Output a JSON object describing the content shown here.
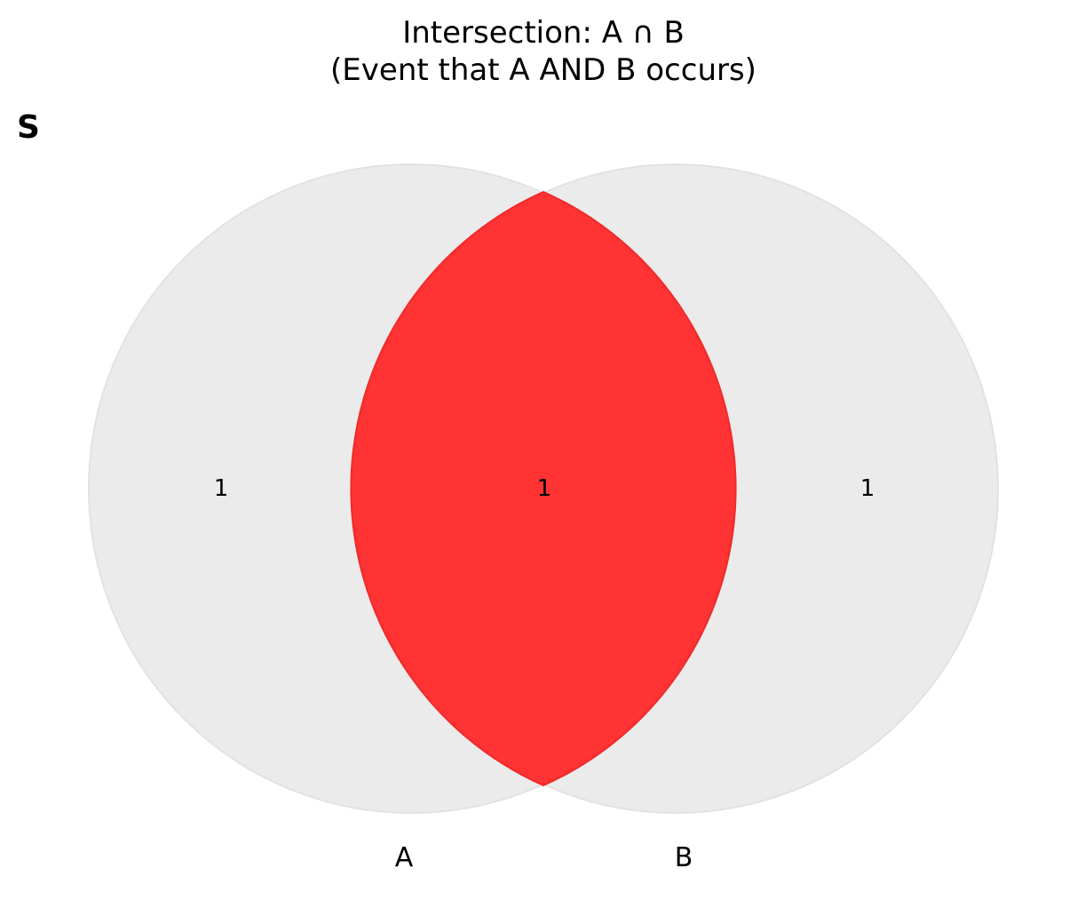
{
  "title": {
    "line1": "Intersection: A ∩ B",
    "line2": "(Event that A AND B occurs)"
  },
  "universe_label": "S",
  "sets": [
    {
      "name": "A"
    },
    {
      "name": "B"
    }
  ],
  "regions": {
    "a_only": "1",
    "a_and_b": "1",
    "b_only": "1"
  },
  "highlighted_region": "A ∩ B",
  "colors": {
    "background": "#ffffff",
    "set_fill": "#ebebeb",
    "set_stroke": "#e2e2e2",
    "highlight_fill": "#ff3333",
    "highlight_stroke": "#f02a2a",
    "text": "#000000"
  }
}
